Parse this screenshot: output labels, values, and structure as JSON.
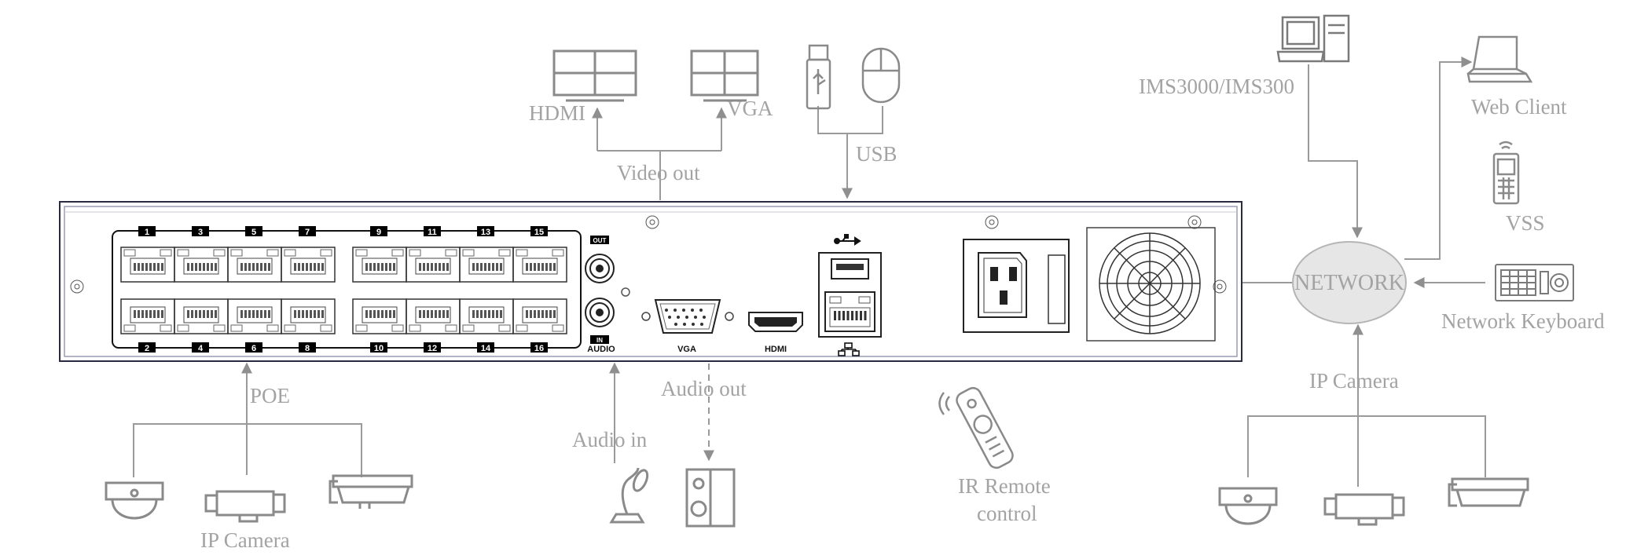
{
  "labels": {
    "hdmi_monitor": "HDMI",
    "vga_monitor": "VGA",
    "video_out": "Video out",
    "usb": "USB",
    "ims": "IMS3000/IMS300",
    "web_client": "Web Client",
    "vss": "VSS",
    "network": "NETWORK",
    "network_keyboard": "Network Keyboard",
    "ip_camera_right": "IP Camera",
    "poe": "POE",
    "ip_camera_left": "IP Camera",
    "audio_in": "Audio in",
    "audio_out": "Audio out",
    "ir_remote_line1": "IR Remote",
    "ir_remote_line2": "control"
  },
  "panel": {
    "port_numbers_top": [
      "1",
      "3",
      "5",
      "7",
      "9",
      "11",
      "13",
      "15"
    ],
    "port_numbers_bottom": [
      "2",
      "4",
      "6",
      "8",
      "10",
      "12",
      "14",
      "16"
    ],
    "audio_out_tag": "OUT",
    "audio_in_tag": "IN",
    "audio_label": "AUDIO",
    "vga_label": "VGA",
    "hdmi_label": "HDMI"
  }
}
